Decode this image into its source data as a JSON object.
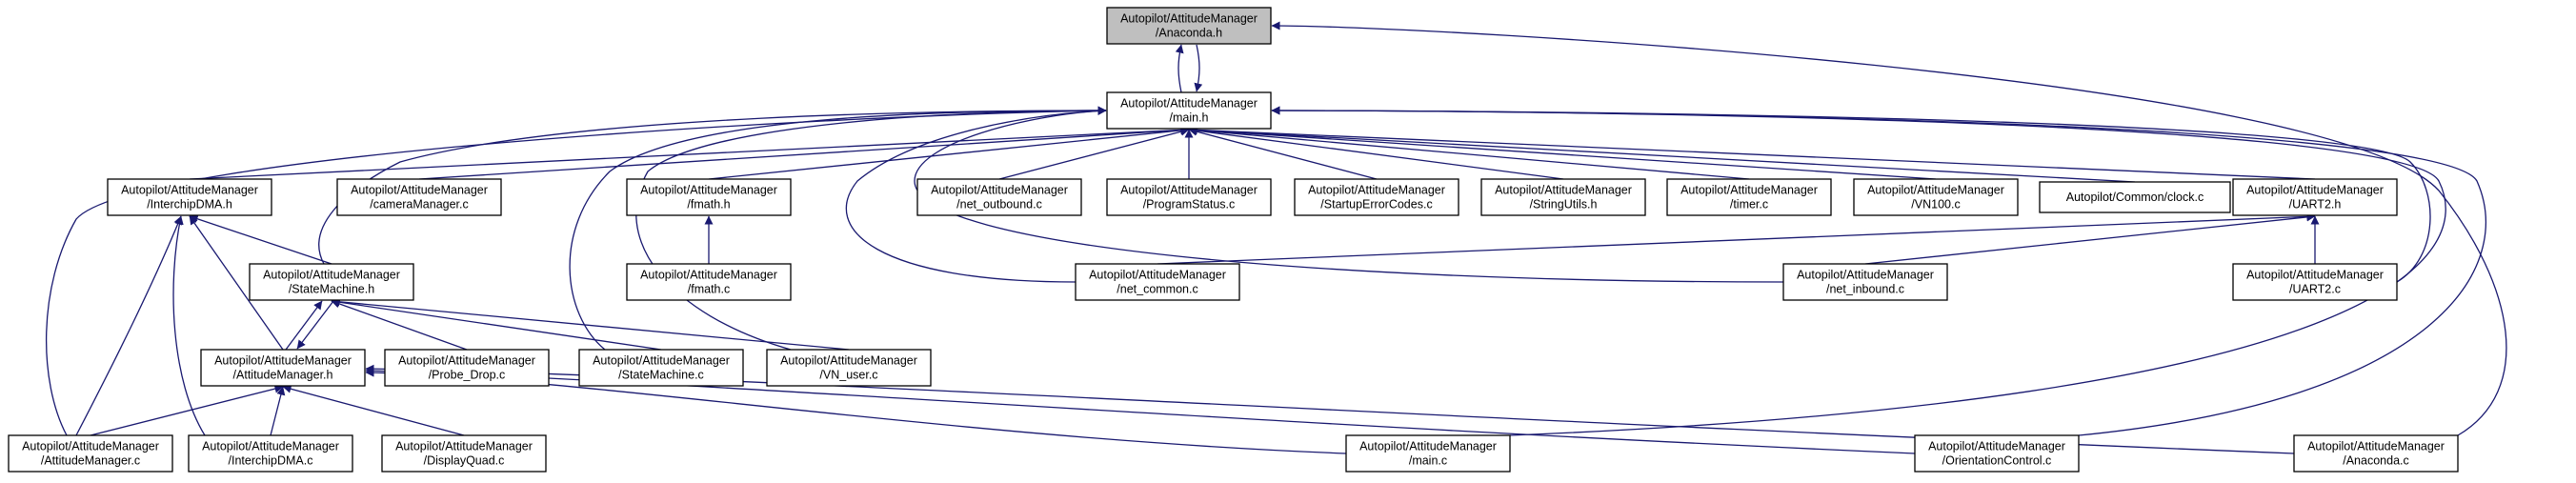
{
  "graph": {
    "title": "",
    "colors": {
      "edge": "#191970",
      "root_fill": "#bfbfbf",
      "node_fill": "#ffffff",
      "border": "#000000"
    },
    "nodes": [
      {
        "id": "anaconda_h",
        "lines": [
          "Autopilot/AttitudeManager",
          "/Anaconda.h"
        ],
        "root": true
      },
      {
        "id": "main_h",
        "lines": [
          "Autopilot/AttitudeManager",
          "/main.h"
        ]
      },
      {
        "id": "interchipdma_h",
        "lines": [
          "Autopilot/AttitudeManager",
          "/InterchipDMA.h"
        ]
      },
      {
        "id": "cameramanager_c",
        "lines": [
          "Autopilot/AttitudeManager",
          "/cameraManager.c"
        ]
      },
      {
        "id": "fmath_h",
        "lines": [
          "Autopilot/AttitudeManager",
          "/fmath.h"
        ]
      },
      {
        "id": "net_outbound_c",
        "lines": [
          "Autopilot/AttitudeManager",
          "/net_outbound.c"
        ]
      },
      {
        "id": "programstatus_c",
        "lines": [
          "Autopilot/AttitudeManager",
          "/ProgramStatus.c"
        ]
      },
      {
        "id": "startuperrorcodes_c",
        "lines": [
          "Autopilot/AttitudeManager",
          "/StartupErrorCodes.c"
        ]
      },
      {
        "id": "stringutils_h",
        "lines": [
          "Autopilot/AttitudeManager",
          "/StringUtils.h"
        ]
      },
      {
        "id": "timer_c",
        "lines": [
          "Autopilot/AttitudeManager",
          "/timer.c"
        ]
      },
      {
        "id": "vn100_c",
        "lines": [
          "Autopilot/AttitudeManager",
          "/VN100.c"
        ]
      },
      {
        "id": "clock_c",
        "lines": [
          "Autopilot/Common/clock.c"
        ]
      },
      {
        "id": "uart2_h",
        "lines": [
          "Autopilot/AttitudeManager",
          "/UART2.h"
        ]
      },
      {
        "id": "statemachine_h",
        "lines": [
          "Autopilot/AttitudeManager",
          "/StateMachine.h"
        ]
      },
      {
        "id": "fmath_c",
        "lines": [
          "Autopilot/AttitudeManager",
          "/fmath.c"
        ]
      },
      {
        "id": "net_common_c",
        "lines": [
          "Autopilot/AttitudeManager",
          "/net_common.c"
        ]
      },
      {
        "id": "net_inbound_c",
        "lines": [
          "Autopilot/AttitudeManager",
          "/net_inbound.c"
        ]
      },
      {
        "id": "uart2_c",
        "lines": [
          "Autopilot/AttitudeManager",
          "/UART2.c"
        ]
      },
      {
        "id": "attitudemanager_h",
        "lines": [
          "Autopilot/AttitudeManager",
          "/AttitudeManager.h"
        ]
      },
      {
        "id": "probe_drop_c",
        "lines": [
          "Autopilot/AttitudeManager",
          "/Probe_Drop.c"
        ]
      },
      {
        "id": "statemachine_c",
        "lines": [
          "Autopilot/AttitudeManager",
          "/StateMachine.c"
        ]
      },
      {
        "id": "vn_user_c",
        "lines": [
          "Autopilot/AttitudeManager",
          "/VN_user.c"
        ]
      },
      {
        "id": "attitudemanager_c",
        "lines": [
          "Autopilot/AttitudeManager",
          "/AttitudeManager.c"
        ]
      },
      {
        "id": "interchipdma_c",
        "lines": [
          "Autopilot/AttitudeManager",
          "/InterchipDMA.c"
        ]
      },
      {
        "id": "displayquad_c",
        "lines": [
          "Autopilot/AttitudeManager",
          "/DisplayQuad.c"
        ]
      },
      {
        "id": "main_c",
        "lines": [
          "Autopilot/AttitudeManager",
          "/main.c"
        ]
      },
      {
        "id": "orientationcontrol_c",
        "lines": [
          "Autopilot/AttitudeManager",
          "/OrientationControl.c"
        ]
      },
      {
        "id": "anaconda_c",
        "lines": [
          "Autopilot/AttitudeManager",
          "/Anaconda.c"
        ]
      }
    ],
    "edges": [
      {
        "from": "main_h",
        "to": "anaconda_h"
      },
      {
        "from": "anaconda_h",
        "to": "main_h"
      },
      {
        "from": "anaconda_c",
        "to": "anaconda_h"
      },
      {
        "from": "interchipdma_h",
        "to": "main_h"
      },
      {
        "from": "cameramanager_c",
        "to": "main_h"
      },
      {
        "from": "fmath_h",
        "to": "main_h"
      },
      {
        "from": "net_outbound_c",
        "to": "main_h"
      },
      {
        "from": "programstatus_c",
        "to": "main_h"
      },
      {
        "from": "startuperrorcodes_c",
        "to": "main_h"
      },
      {
        "from": "stringutils_h",
        "to": "main_h"
      },
      {
        "from": "timer_c",
        "to": "main_h"
      },
      {
        "from": "vn100_c",
        "to": "main_h"
      },
      {
        "from": "clock_c",
        "to": "main_h"
      },
      {
        "from": "uart2_h",
        "to": "main_h"
      },
      {
        "from": "statemachine_h",
        "to": "main_h"
      },
      {
        "from": "attitudemanager_c",
        "to": "main_h"
      },
      {
        "from": "statemachine_c",
        "to": "main_h"
      },
      {
        "from": "vn_user_c",
        "to": "main_h"
      },
      {
        "from": "net_common_c",
        "to": "main_h"
      },
      {
        "from": "net_inbound_c",
        "to": "main_h"
      },
      {
        "from": "uart2_c",
        "to": "main_h"
      },
      {
        "from": "main_c",
        "to": "main_h"
      },
      {
        "from": "orientationcontrol_c",
        "to": "main_h"
      },
      {
        "from": "fmath_c",
        "to": "fmath_h"
      },
      {
        "from": "statemachine_h",
        "to": "interchipdma_h"
      },
      {
        "from": "attitudemanager_h",
        "to": "interchipdma_h"
      },
      {
        "from": "attitudemanager_c",
        "to": "interchipdma_h"
      },
      {
        "from": "interchipdma_c",
        "to": "interchipdma_h"
      },
      {
        "from": "net_common_c",
        "to": "uart2_h"
      },
      {
        "from": "net_inbound_c",
        "to": "uart2_h"
      },
      {
        "from": "uart2_c",
        "to": "uart2_h"
      },
      {
        "from": "attitudemanager_h",
        "to": "statemachine_h"
      },
      {
        "from": "statemachine_h",
        "to": "attitudemanager_h"
      },
      {
        "from": "probe_drop_c",
        "to": "statemachine_h"
      },
      {
        "from": "statemachine_c",
        "to": "statemachine_h"
      },
      {
        "from": "vn_user_c",
        "to": "statemachine_h"
      },
      {
        "from": "attitudemanager_c",
        "to": "attitudemanager_h"
      },
      {
        "from": "interchipdma_c",
        "to": "attitudemanager_h"
      },
      {
        "from": "displayquad_c",
        "to": "attitudemanager_h"
      },
      {
        "from": "main_c",
        "to": "attitudemanager_h"
      },
      {
        "from": "orientationcontrol_c",
        "to": "attitudemanager_h"
      },
      {
        "from": "anaconda_c",
        "to": "attitudemanager_h"
      }
    ]
  }
}
